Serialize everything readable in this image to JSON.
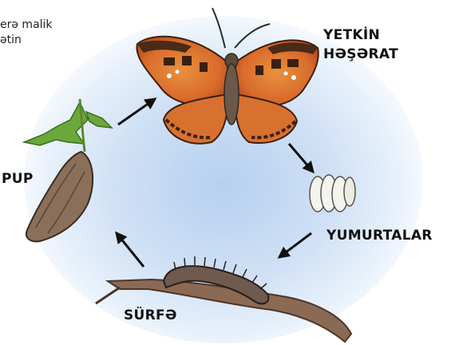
{
  "intro": {
    "line1": "erə malik",
    "line2": "ətin"
  },
  "stages": {
    "adult_line1": "YETKİN",
    "adult_line2": "HƏŞƏRAT",
    "eggs": "YUMURTALAR",
    "larva": "SÜRFƏ",
    "pupa": "PUP"
  },
  "colors": {
    "background_glow": "#b5d0ef",
    "wing_orange": "#d96a2b",
    "wing_dark": "#4a2a18",
    "egg": "#f4f4ee",
    "branch": "#8a6a55",
    "caterpillar": "#6e5a4e",
    "plant": "#6aa83a",
    "arrow": "#111111"
  },
  "icons": [
    "butterfly-icon",
    "eggs-icon",
    "caterpillar-icon",
    "pupa-icon",
    "cycle-arrow-icon"
  ]
}
